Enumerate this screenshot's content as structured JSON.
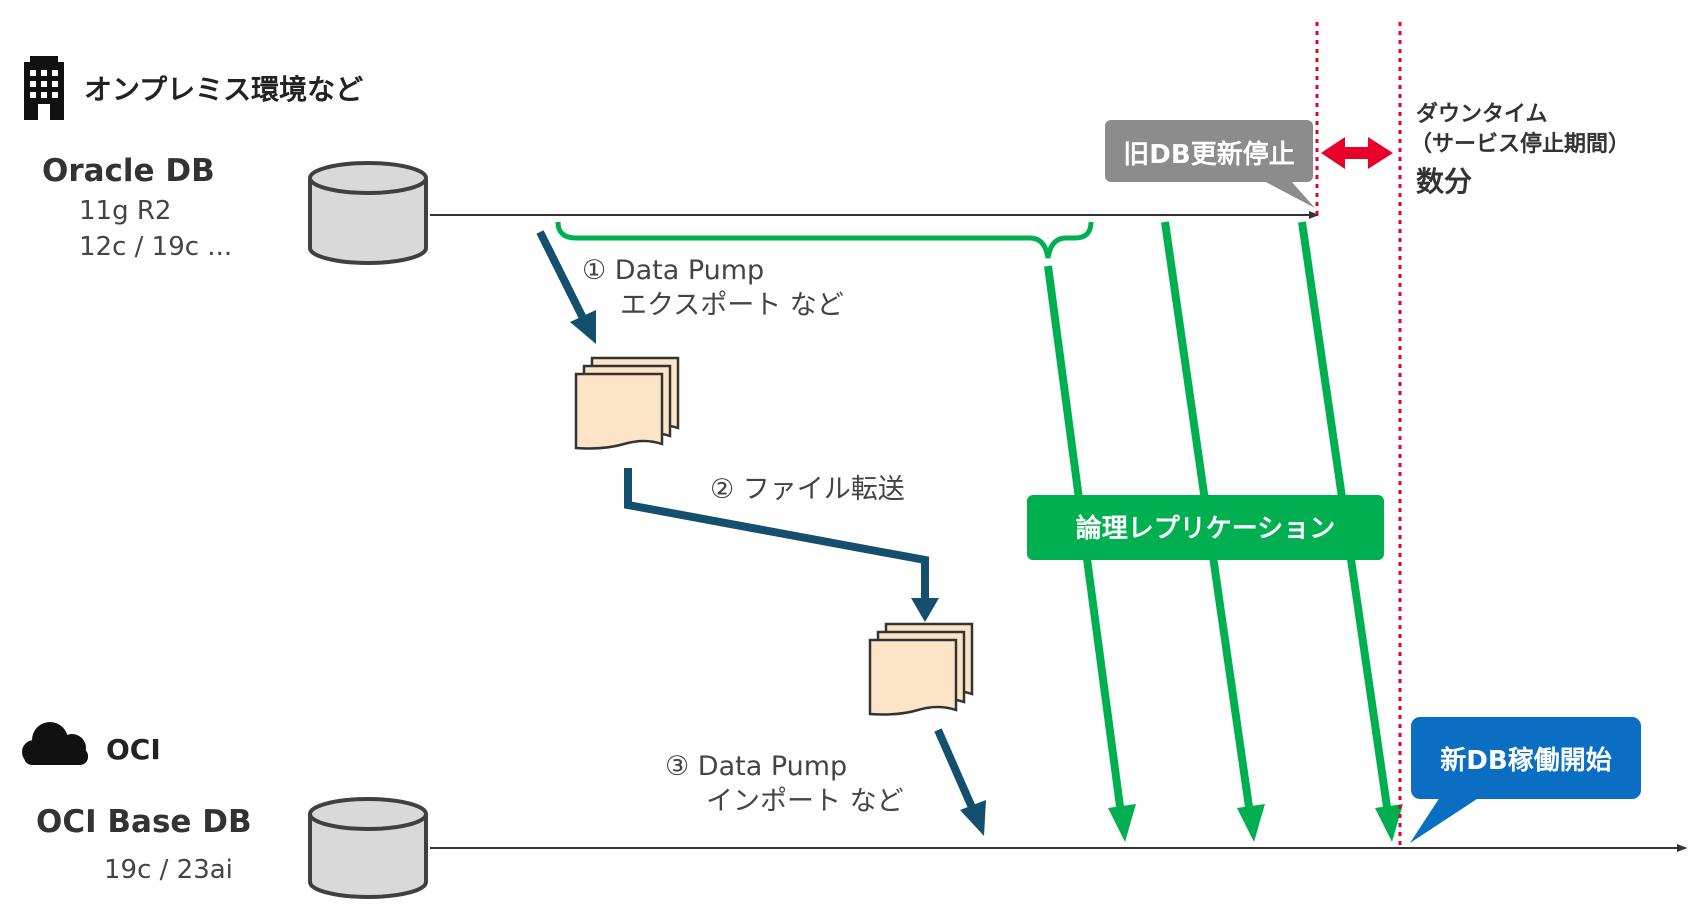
{
  "onprem": {
    "section_label": "オンプレミス環境など",
    "section_icon": "building-icon",
    "db_title": "Oracle DB",
    "db_version_1": "11g R2",
    "db_version_2": "12c / 19c ..."
  },
  "oci": {
    "section_label": "OCI",
    "section_icon": "cloud-icon",
    "db_title": "OCI Base DB",
    "db_version": "19c / 23ai"
  },
  "steps": {
    "export_line1": "① Data Pump",
    "export_line2": "エクスポート など",
    "transfer": "② ファイル転送",
    "import_line1": "③ Data Pump",
    "import_line2": "インポート など"
  },
  "replication_label": "論理レプリケーション",
  "callouts": {
    "old_db_stop": "旧DB更新停止",
    "new_db_start": "新DB稼働開始"
  },
  "downtime": {
    "title": "ダウンタイム",
    "subtitle": "（サービス停止期間）",
    "duration": "数分"
  },
  "colors": {
    "replication_green": "#00b050",
    "flow_navy": "#14506e",
    "cutover_red": "#e8002a",
    "callout_gray": "#8c8c8c",
    "callout_blue": "#0a6fc2",
    "file_fill": "#fce4c8",
    "db_fill": "#d9d9d9"
  }
}
